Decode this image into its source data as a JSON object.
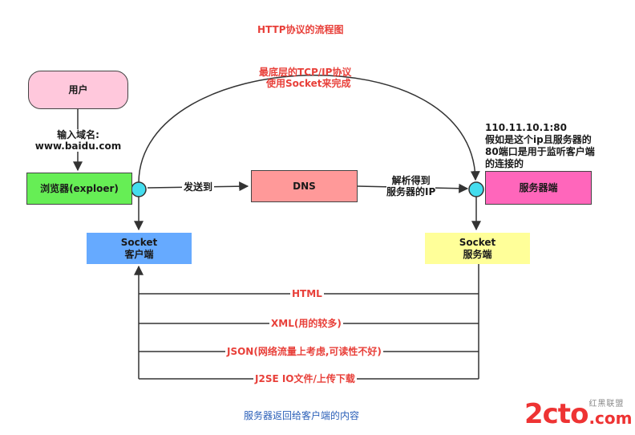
{
  "title": "HTTP协议的流程图",
  "footer": "服务器返回给客户端的内容",
  "arc_label": [
    "最底层的TCP/IP协议",
    "使用Socket来完成"
  ],
  "nodes": {
    "user": "用户",
    "browser": "浏览器(exploer)",
    "dns": "DNS",
    "server": "服务器端",
    "client_socket": [
      "Socket",
      "客户端"
    ],
    "server_socket": [
      "Socket",
      "服务端"
    ]
  },
  "edge_labels": {
    "input_domain": [
      "输入域名:",
      "www.baidu.com"
    ],
    "send_to": "发送到",
    "resolve": [
      "解析得到",
      "服务器的IP"
    ]
  },
  "server_note": [
    "110.11.10.1:80",
    "假如是这个ip且服务器的",
    "80端口是用于监听客户端",
    "的连接的"
  ],
  "responses": [
    "HTML",
    "XML(用的较多)",
    "JSON(网络流量上考虑,可读性不好)",
    "J2SE IO文件/上传下载"
  ],
  "watermark": {
    "main": "2cto",
    "tld": ".com",
    "sub": "红黑联盟"
  },
  "colors": {
    "user": "#ffc8dc",
    "browser": "#66ee55",
    "dns": "#ff9999",
    "server": "#ff66bb",
    "client_socket": "#66aaff",
    "server_socket": "#ffff99",
    "connector": "#44ddee",
    "label_red": "#e8403a",
    "label_blue": "#2a5fb8"
  }
}
